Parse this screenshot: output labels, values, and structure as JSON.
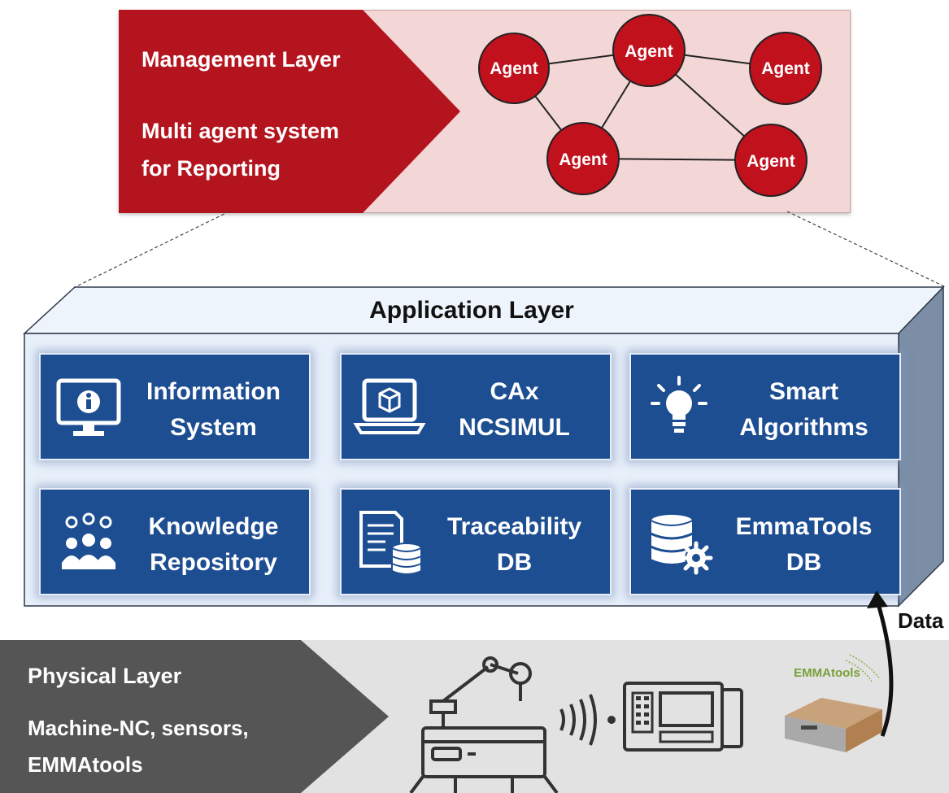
{
  "management": {
    "title": "Management Layer",
    "subtitle_line1": "Multi agent system",
    "subtitle_line2": "for Reporting",
    "agents": [
      "Agent",
      "Agent",
      "Agent",
      "Agent",
      "Agent"
    ]
  },
  "application": {
    "title": "Application Layer",
    "tiles": [
      {
        "line1": "Information",
        "line2": "System",
        "icon": "info-monitor-icon"
      },
      {
        "line1": "CAx",
        "line2": "NCSIMUL",
        "icon": "laptop-cube-icon"
      },
      {
        "line1": "Smart",
        "line2": "Algorithms",
        "icon": "lightbulb-icon"
      },
      {
        "line1": "Knowledge",
        "line2": "Repository",
        "icon": "people-ideas-icon"
      },
      {
        "line1": "Traceability",
        "line2": "DB",
        "icon": "document-database-icon"
      },
      {
        "line1": "EmmaTools",
        "line2": "DB",
        "icon": "database-gear-icon"
      }
    ]
  },
  "data_arrow_label": "Data",
  "physical": {
    "title": "Physical Layer",
    "line1": "Machine-NC, sensors,",
    "line2": "EMMAtools",
    "device_label": "EMMAtools"
  },
  "colors": {
    "management_red": "#b3141e",
    "agent_red": "#c0111d",
    "tile_blue": "#1d4e92",
    "physical_gray": "#555555"
  }
}
